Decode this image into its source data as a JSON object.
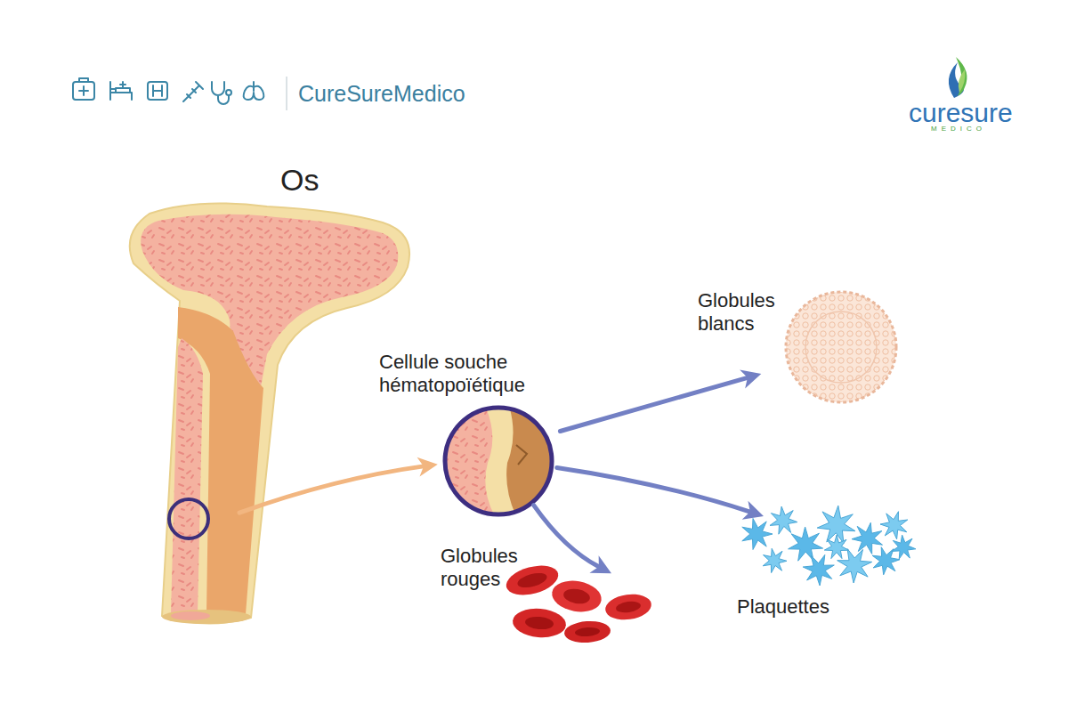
{
  "diagram": {
    "nodes": [
      {
        "text": [
          "Os"
        ]
      },
      {
        "text": [
          "Cellule souche hématopoïétique"
        ]
      },
      {
        "text": [
          "Globules blancs"
        ]
      },
      {
        "text": [
          "Plaquettes"
        ]
      },
      {
        "text": [
          "Globules rouges"
        ]
      }
    ],
    "edges": [
      {
        "from": 0,
        "to": 1,
        "arrow": "to"
      },
      {
        "from": 1,
        "to": 2,
        "arrow": "to"
      },
      {
        "from": 1,
        "to": 3,
        "arrow": "to"
      },
      {
        "from": 1,
        "to": 4,
        "arrow": "to"
      }
    ],
    "labels": [
      "CureSureMedico",
      "curesure",
      "MEDICO"
    ]
  }
}
